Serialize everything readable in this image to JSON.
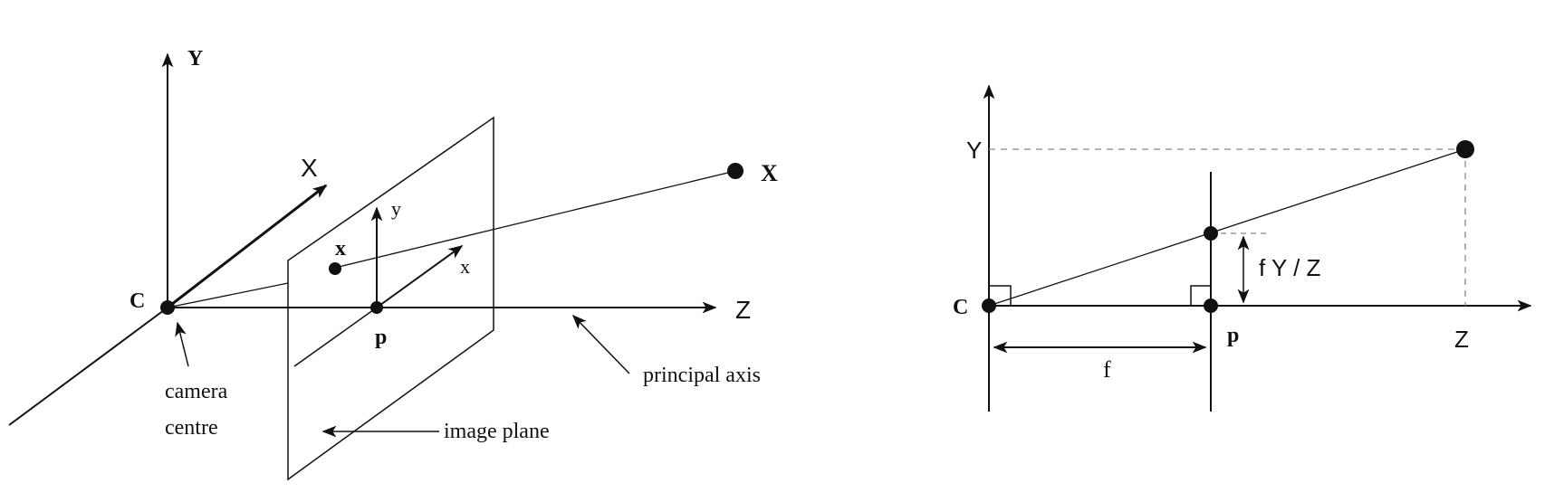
{
  "left_diagram": {
    "labels": {
      "Y_axis": "Y",
      "X_axis": "X",
      "Z_axis": "Z",
      "camera_centre_point": "C",
      "world_point": "X",
      "image_point": "x",
      "image_y_axis": "y",
      "image_x_axis": "x",
      "principal_point": "p",
      "camera_centre_line1": "camera",
      "camera_centre_line2": "centre",
      "image_plane": "image plane",
      "principal_axis": "principal axis"
    }
  },
  "right_diagram": {
    "labels": {
      "Y_axis": "Y",
      "Z_axis": "Z",
      "camera_centre_point": "C",
      "principal_point": "p",
      "focal_length": "f",
      "projection": "f Y / Z"
    }
  }
}
